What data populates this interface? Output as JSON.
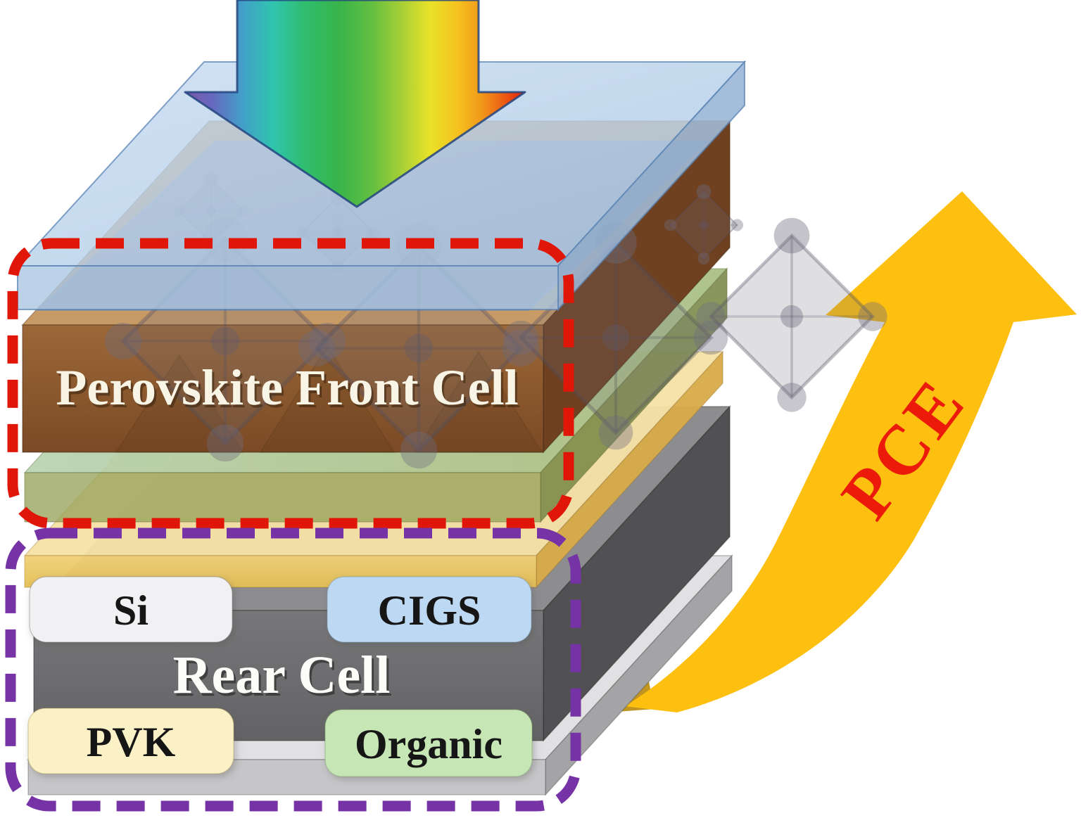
{
  "figure": {
    "front_cell_label": "Perovskite Front Cell",
    "rear_cell_label": "Rear Cell",
    "pce_label": "PCE",
    "rear_technologies": [
      {
        "label": "Si",
        "color": "#f1f1f4"
      },
      {
        "label": "CIGS",
        "color": "#bdd8f2"
      },
      {
        "label": "PVK",
        "color": "#fbf1c6"
      },
      {
        "label": "Organic",
        "color": "#c7e6b6"
      }
    ],
    "annotations": {
      "front_cell_outline_color": "#e01708",
      "rear_cell_outline_color": "#7633a6",
      "pce_text_color": "#ec1a0b",
      "pce_arrow_color": "#fdbf10"
    },
    "layers": {
      "glass_color": "#aecbe8",
      "perovskite_color": "#8a5a30",
      "green_interlayer_color": "#99a45c",
      "yellow_interlayer_color": "#ebc968",
      "rear_cell_color": "#6d6d6f",
      "substrate_color": "#c6c6c8"
    },
    "icons": {
      "sunlight_arrow": "rainbow-spectrum-down-arrow-icon",
      "pce_arrow": "golden-curved-up-arrow-icon",
      "crystal_texture": "perovskite-octahedra-icon"
    }
  }
}
